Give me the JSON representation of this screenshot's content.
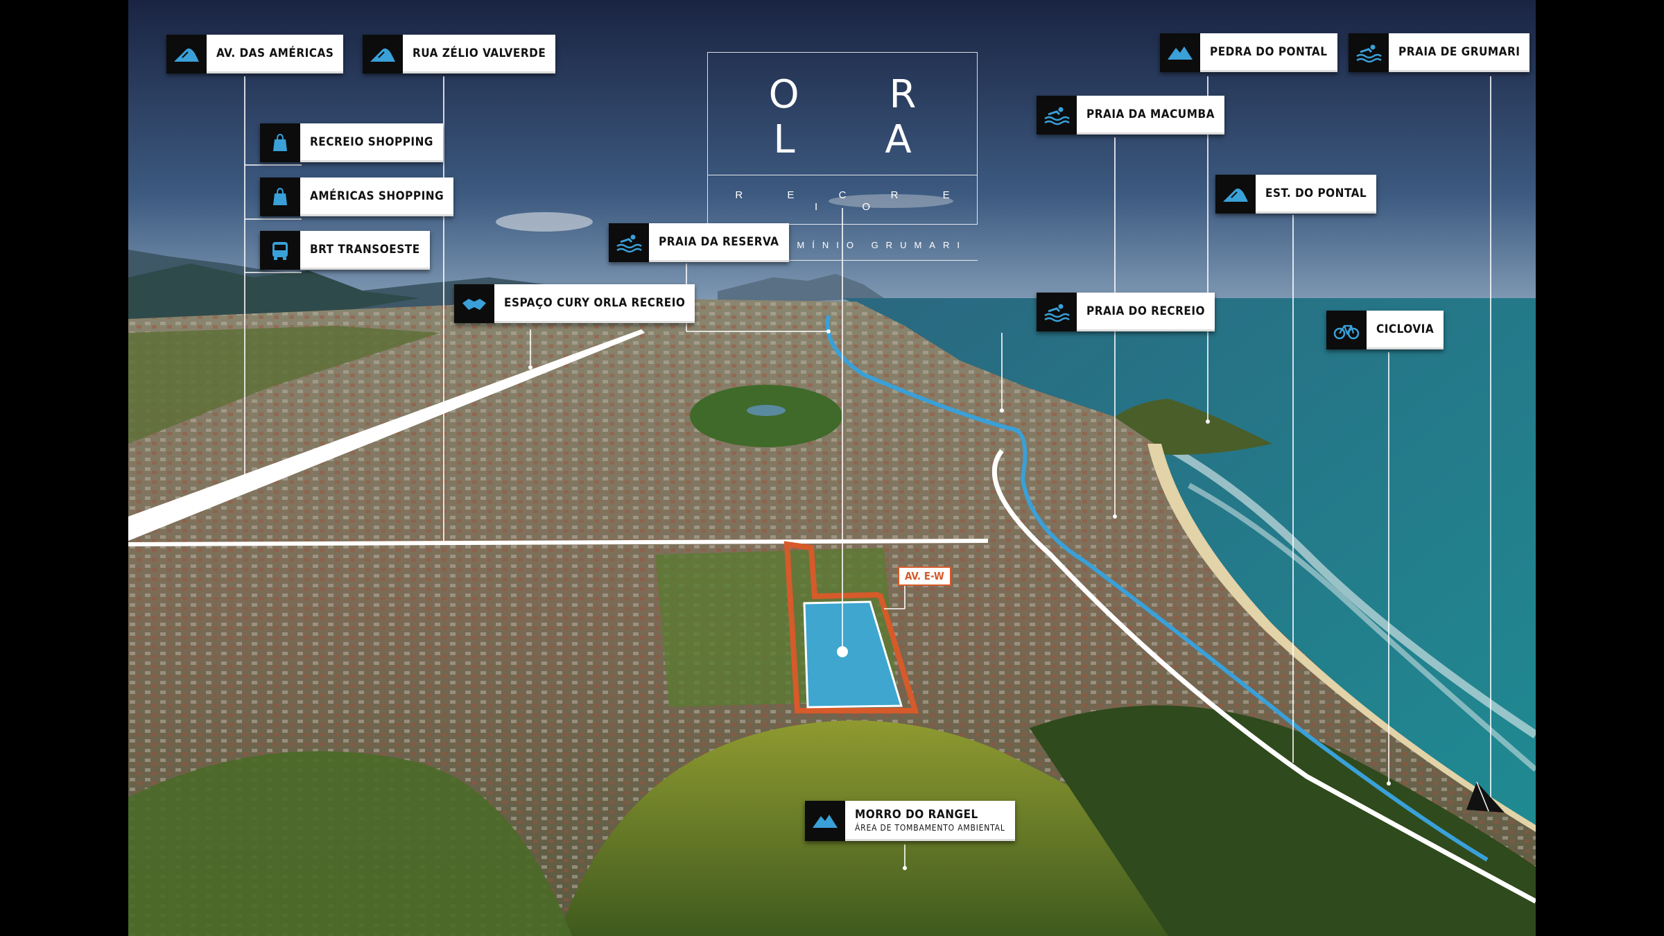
{
  "header": {
    "title": "O R L A",
    "subtitle": "R E C R E I O",
    "tagline": "CONDOMÍNIO GRUMARI"
  },
  "colors": {
    "sky_top": "#1e2a4a",
    "sea": "#2d7a8c",
    "land": "#6b7a45",
    "accent_blue": "#3aa0d8",
    "accent_orange": "#d65a2a",
    "label_bg": "#ffffff",
    "icon_bg": "#0c0c0c"
  },
  "labels": {
    "av_americas": {
      "text": "AV. DAS AMÉRICAS",
      "icon": "road-icon"
    },
    "rua_zelio": {
      "text": "RUA ZÉLIO VALVERDE",
      "icon": "road-icon"
    },
    "recreio_shopping": {
      "text": "RECREIO SHOPPING",
      "icon": "shopping-bag-icon"
    },
    "americas_shopping": {
      "text": "AMÉRICAS SHOPPING",
      "icon": "shopping-bag-icon"
    },
    "brt": {
      "text": "BRT TRANSOESTE",
      "icon": "bus-icon"
    },
    "espaco_cury": {
      "text": "ESPAÇO CURY ORLA RECREIO",
      "icon": "handshake-icon"
    },
    "praia_reserva": {
      "text": "PRAIA DA RESERVA",
      "icon": "wave-icon"
    },
    "praia_macumba": {
      "text": "PRAIA DA MACUMBA",
      "icon": "wave-icon"
    },
    "pedra_pontal": {
      "text": "PEDRA DO PONTAL",
      "icon": "mountain-icon"
    },
    "praia_grumari": {
      "text": "PRAIA DE GRUMARI",
      "icon": "wave-icon"
    },
    "est_pontal": {
      "text": "EST. DO PONTAL",
      "icon": "road-icon"
    },
    "praia_recreio": {
      "text": "PRAIA DO RECREIO",
      "icon": "wave-icon"
    },
    "ciclovia": {
      "text": "CICLOVIA",
      "icon": "bike-icon"
    },
    "morro_rangel": {
      "text": "MORRO DO RANGEL",
      "sub": "ÁREA DE TOMBAMENTO AMBIENTAL",
      "icon": "mountain-icon"
    }
  },
  "map": {
    "road_label": "AV. E-W"
  }
}
